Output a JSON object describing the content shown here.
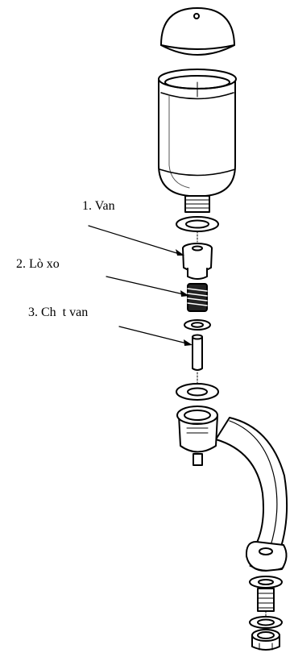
{
  "labels": {
    "valve": "1. Van",
    "spring": "2. Lò xo",
    "pin": "3. Ch  t van"
  },
  "colors": {
    "line": "#000000",
    "fill": "#ffffff",
    "shade": "#d9d9d9"
  }
}
